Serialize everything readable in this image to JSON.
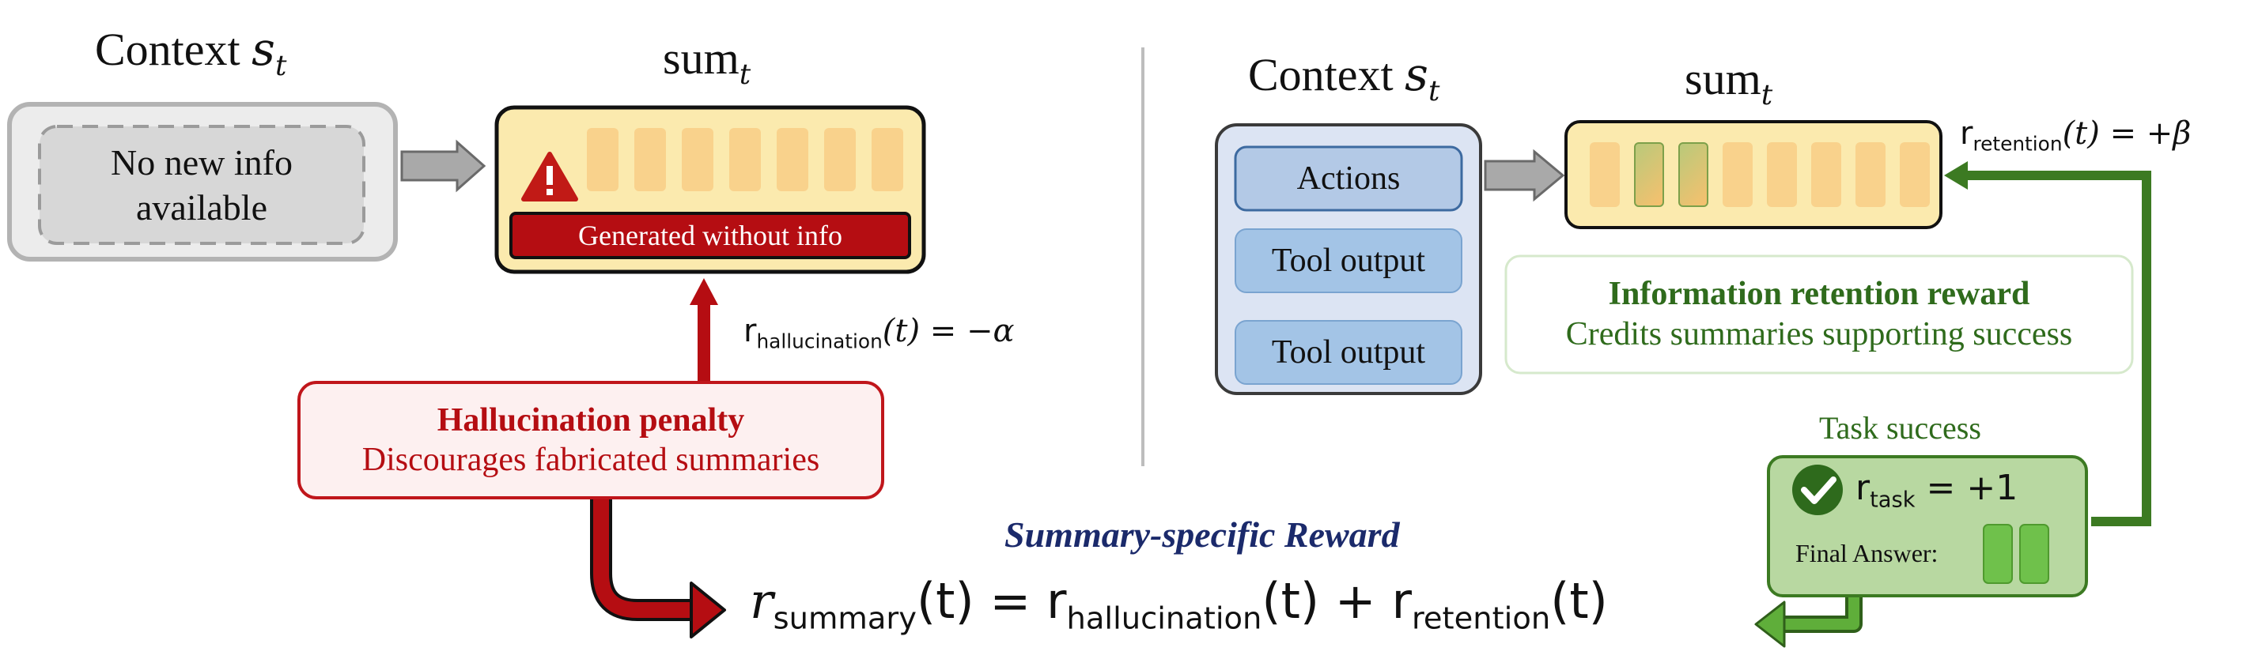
{
  "left": {
    "context_title": "Context",
    "context_title_sym": "s",
    "context_title_sub": "t",
    "no_info_text": "No new info available",
    "sum_title": "sum",
    "sum_sub": "t",
    "generated_label": "Generated without info",
    "reward_label_base": "r",
    "reward_label_sub": "hallucination",
    "reward_label_rest": "(t) = −α",
    "penalty_title": "Hallucination penalty",
    "penalty_desc": "Discourages fabricated summaries"
  },
  "right": {
    "context_title": "Context",
    "context_title_sym": "s",
    "context_title_sub": "t",
    "context_items": [
      "Actions",
      "Tool output",
      "Tool output"
    ],
    "sum_title": "sum",
    "sum_sub": "t",
    "retention_label_base": "r",
    "retention_label_sub": "retention",
    "retention_label_rest": "(t) = +β",
    "retention_title": "Information retention reward",
    "retention_desc": "Credits summaries supporting success",
    "task_success_label": "Task success",
    "task_reward_base": "r",
    "task_reward_sub": "task",
    "task_reward_rest": " = +1",
    "final_answer_label": "Final Answer:"
  },
  "bottom": {
    "summary_title": "Summary-specific Reward",
    "eq_lhs_sym": "r",
    "eq_lhs_sub": "summary",
    "eq_lhs_arg": "(t) = r",
    "eq_t1_sub": "hallucination",
    "eq_t1_arg": "(t) + r",
    "eq_t2_sub": "retention",
    "eq_t2_arg": "(t)"
  },
  "colors": {
    "red": "#b50d12",
    "green": "#3c7a22",
    "summary_fill": "#fbeaae",
    "navy": "#1b2a6b"
  }
}
